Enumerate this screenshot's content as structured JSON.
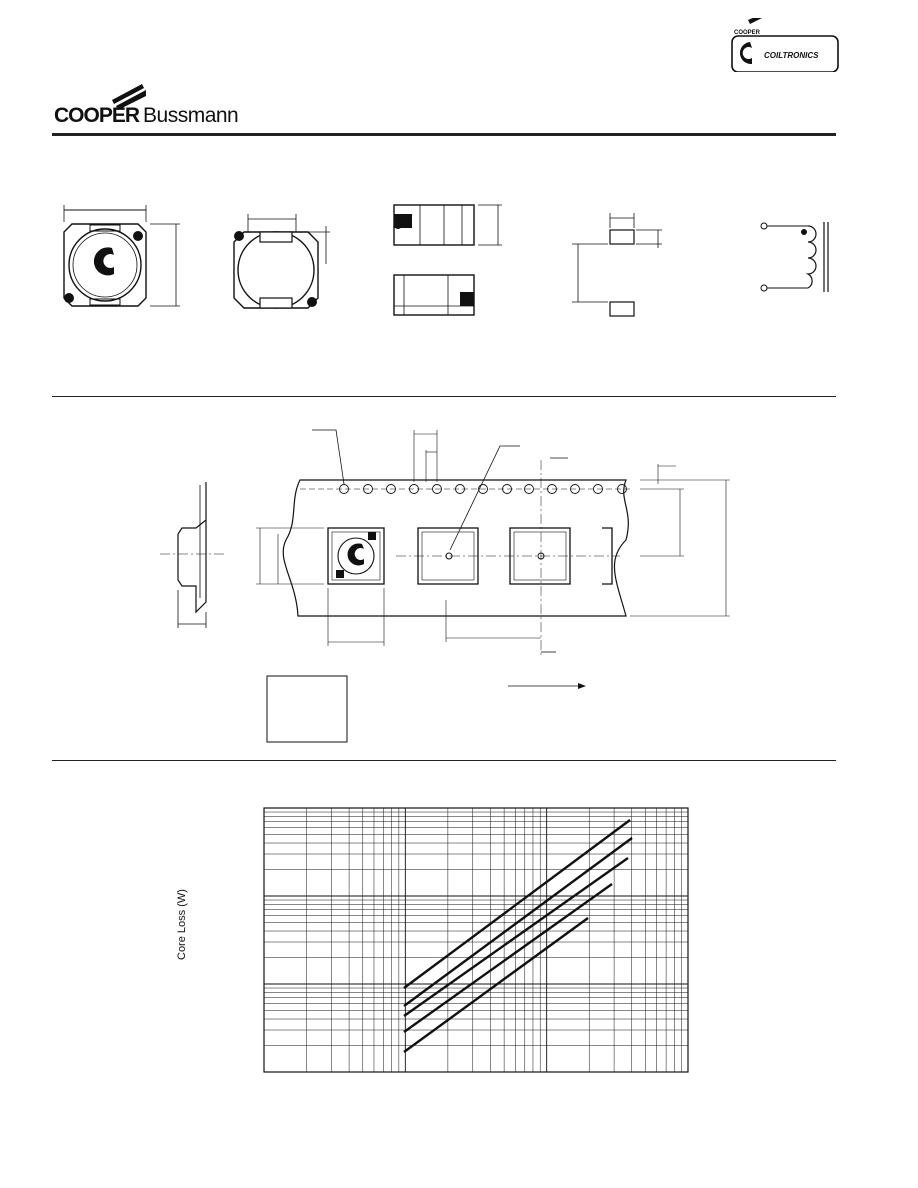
{
  "header": {
    "brand_bold": "COOPER",
    "brand_regular": "Bussmann",
    "corner_brand": "COILTRONICS",
    "corner_small": "COOPER"
  },
  "chart_data": {
    "type": "line",
    "title": "",
    "xlabel": "",
    "ylabel": "Core Loss (W)",
    "x_scale": "log",
    "y_scale": "log",
    "series": [
      {
        "values": [
          [
            0.0,
            0.63
          ],
          [
            1.0,
            0.0
          ]
        ]
      },
      {
        "values": [
          [
            0.0,
            0.77
          ],
          [
            1.0,
            0.04
          ]
        ]
      },
      {
        "values": [
          [
            0.0,
            0.82
          ],
          [
            1.0,
            0.1
          ]
        ]
      },
      {
        "values": [
          [
            0.0,
            0.87
          ],
          [
            1.0,
            0.17
          ]
        ]
      },
      {
        "values": [
          [
            0.0,
            0.94
          ],
          [
            1.0,
            0.26
          ]
        ]
      }
    ]
  },
  "colors": {
    "ink": "#111111",
    "paper": "#ffffff"
  }
}
